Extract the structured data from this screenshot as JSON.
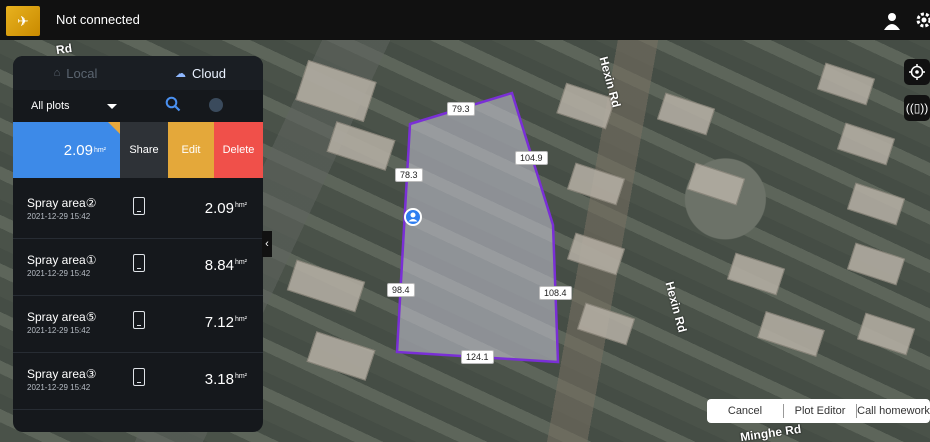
{
  "header": {
    "status": "Not connected",
    "colors": {
      "bar": "#111111",
      "logo": "#e8b21f"
    }
  },
  "panel": {
    "tabs": [
      {
        "label": "Local",
        "icon": "home-icon",
        "active": false
      },
      {
        "label": "Cloud",
        "icon": "cloud-icon",
        "active": true
      }
    ],
    "filter": {
      "selected": "All plots"
    },
    "selected_plot": {
      "area": "2.09",
      "unit": "hm²",
      "actions": {
        "share": "Share",
        "edit": "Edit",
        "delete": "Delete"
      }
    },
    "plots": [
      {
        "name": "Spray area②",
        "date": "2021-12-29  15:42",
        "area": "2.09",
        "unit": "hm²"
      },
      {
        "name": "Spray area①",
        "date": "2021-12-29  15:42",
        "area": "8.84",
        "unit": "hm²"
      },
      {
        "name": "Spray area⑤",
        "date": "2021-12-29  15:42",
        "area": "7.12",
        "unit": "hm²"
      },
      {
        "name": "Spray area③",
        "date": "2021-12-29  15:42",
        "area": "3.18",
        "unit": "hm²"
      }
    ]
  },
  "map": {
    "roads": [
      "Hexin Rd",
      "Hexin Rd",
      "Minghe Rd",
      "Rd"
    ],
    "edge_lengths": [
      "79.3",
      "104.9",
      "78.3",
      "98.4",
      "108.4",
      "124.1"
    ],
    "polygon_color": "#7a2fd6"
  },
  "bottom_actions": {
    "cancel": "Cancel",
    "plot_editor": "Plot Editor",
    "call_homework": "Call homework"
  }
}
